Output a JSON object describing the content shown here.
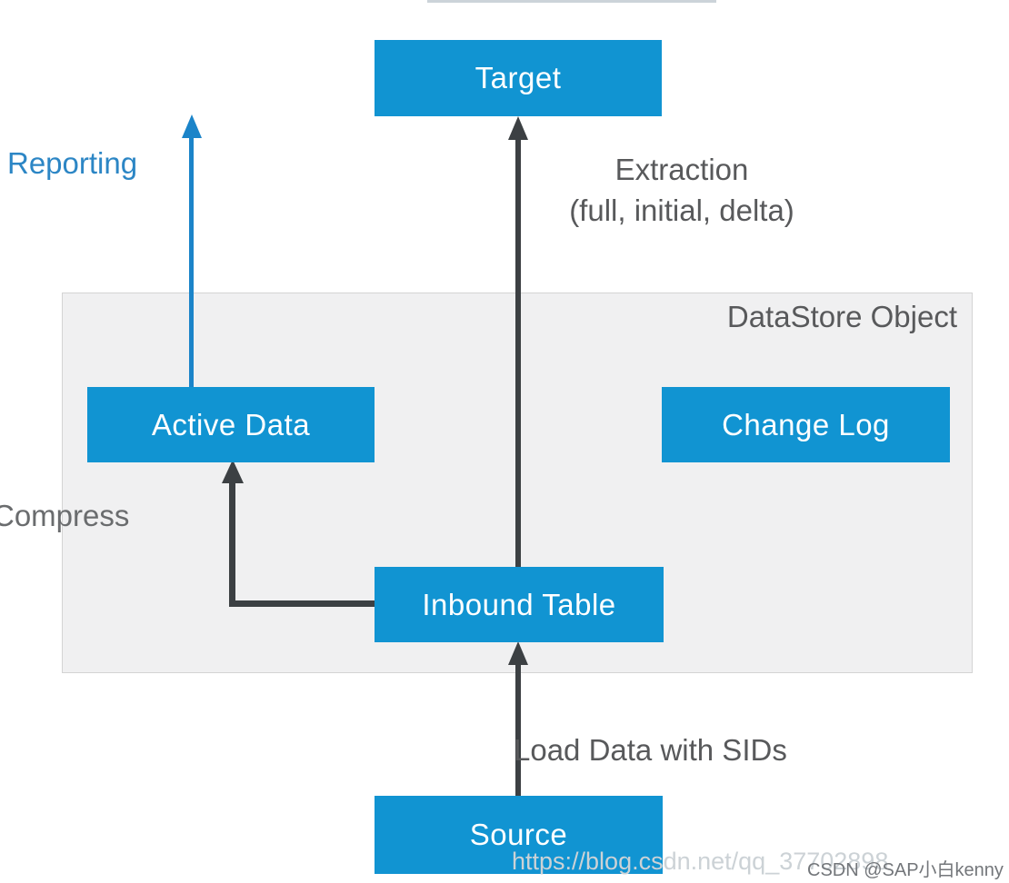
{
  "diagram": {
    "panel_title": "DataStore Object",
    "nodes": {
      "target": {
        "label": "Target"
      },
      "active_data": {
        "label": "Active Data"
      },
      "change_log": {
        "label": "Change Log"
      },
      "inbound_table": {
        "label": "Inbound Table"
      },
      "source": {
        "label": "Source"
      }
    },
    "edges": {
      "reporting": {
        "label": "Reporting"
      },
      "extraction": {
        "label_line1": "Extraction",
        "label_line2": "(full, initial, delta)"
      },
      "compress": {
        "label": "Compress"
      },
      "load": {
        "label": "Load Data with SIDs"
      }
    }
  },
  "watermark": {
    "url": "https://blog.csdn.net/qq_37702898",
    "credit": "CSDN @SAP小白kenny"
  },
  "palette": {
    "node_blue": "#1194d2",
    "reporting_blue": "#1b84c9",
    "arrow_dark": "#3c4043",
    "label_gray": "#58595b",
    "panel_bg": "#f0f0f1",
    "node_text": "#ffffff"
  }
}
